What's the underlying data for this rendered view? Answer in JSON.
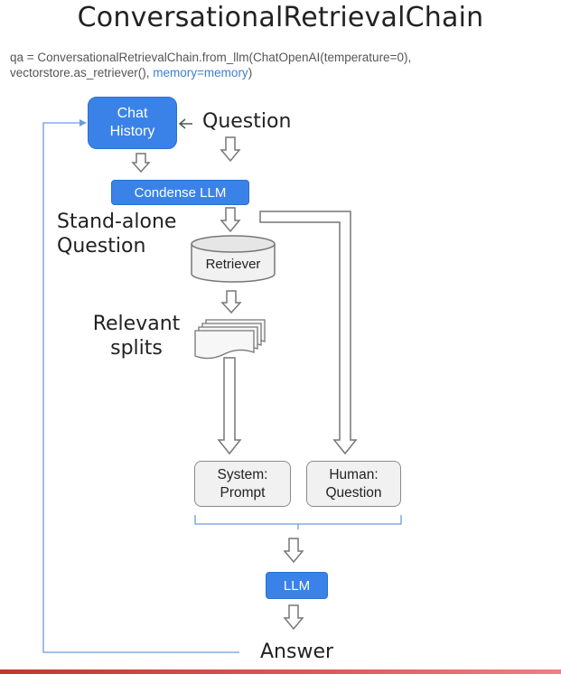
{
  "title": "ConversationalRetrievalChain",
  "code": {
    "line1": "qa = ConversationalRetrievalChain.from_llm(ChatOpenAI(temperature=0),",
    "line2_prefix": "vectorstore.as_retriever(), ",
    "line2_highlight": "memory=memory",
    "line2_suffix": ")"
  },
  "nodes": {
    "chat_history": [
      "Chat",
      "History"
    ],
    "question": "Question",
    "condense_llm": "Condense LLM",
    "standalone_question": [
      "Stand-alone",
      "Question"
    ],
    "retriever": "Retriever",
    "relevant_splits": [
      "Relevant",
      "splits"
    ],
    "system_prompt": [
      "System:",
      "Prompt"
    ],
    "human_question": [
      "Human:",
      "Question"
    ],
    "llm": "LLM",
    "answer": "Answer"
  },
  "colors": {
    "accent_blue": "#3b82e8",
    "box_grey": "#f1f1f1",
    "line_blue": "#6b9be0"
  }
}
